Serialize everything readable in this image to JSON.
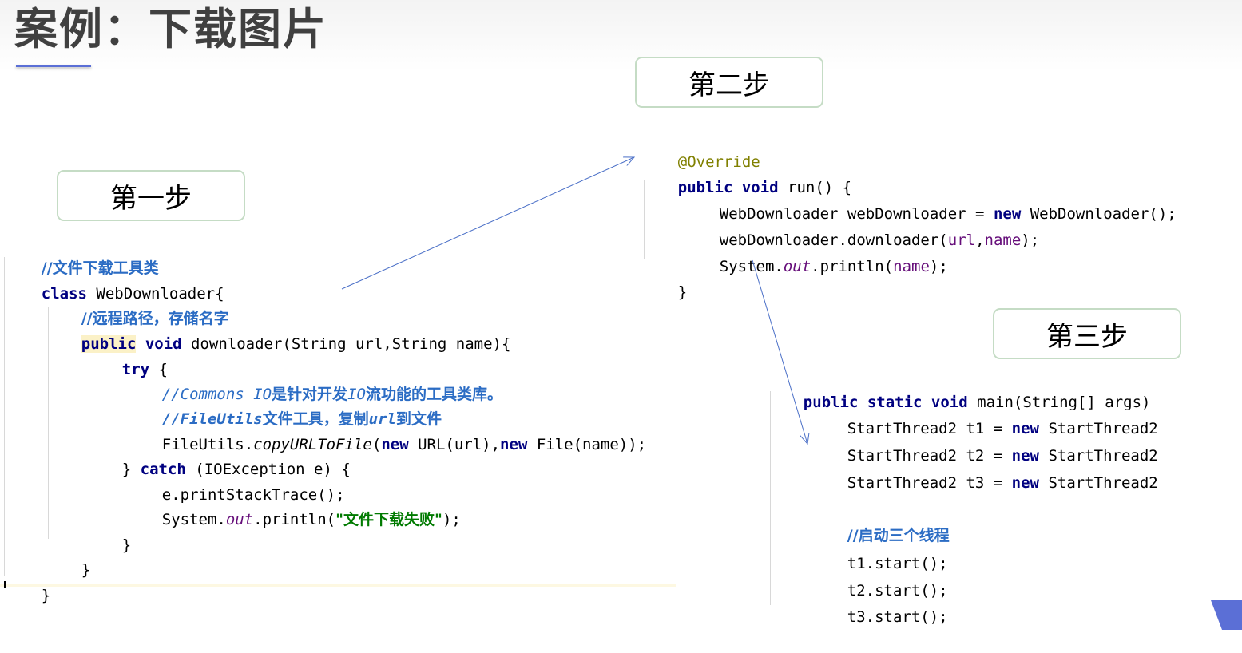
{
  "slide": {
    "title": "案例：下载图片",
    "accent_color": "#5b6fd6"
  },
  "steps": {
    "step1": "第一步",
    "step2": "第二步",
    "step3": "第三步"
  },
  "code1": {
    "comment_header": "//文件下载工具类",
    "class_kw": "class",
    "class_decl": " WebDownloader{",
    "comment_remote": "//远程路径，存储名字",
    "public_kw": "public",
    "void_kw": " void",
    "method_sig": " downloader(String url,String name){",
    "try_kw": "try",
    "try_brace": " {",
    "comment_commons_slash": "//",
    "comment_commons_name": "Commons IO",
    "comment_commons_cn": "是针对开发",
    "comment_commons_io": "IO",
    "comment_commons_tail": "流功能的工具类库。",
    "comment_fileutils_a": "//FileUtils",
    "comment_fileutils_b": "文件工具，复制",
    "comment_fileutils_c": "url",
    "comment_fileutils_d": "到文件",
    "copy_a": "FileUtils.",
    "copy_method": "copyURLToFile",
    "copy_b": "(",
    "copy_new1": "new",
    "copy_c": " URL(url),",
    "copy_new2": "new",
    "copy_d": " File(name));",
    "catch_a": "} ",
    "catch_kw": "catch",
    "catch_b": " (IOException e) {",
    "print_stack": "e.printStackTrace();",
    "sysout_a": "System.",
    "sysout_out": "out",
    "sysout_b": ".println(",
    "sysout_str": "\"文件下载失败\"",
    "sysout_c": ");",
    "close_inner": "}",
    "close_method": "}",
    "close_class": "}"
  },
  "code2": {
    "annotation": "@Override",
    "public_kw": "public",
    "void_kw": " void",
    "run_sig": " run() {",
    "line1_a": "WebDownloader webDownloader = ",
    "line1_new": "new",
    "line1_b": " WebDownloader();",
    "line2_a": "webDownloader.downloader(",
    "line2_url": "url",
    "line2_comma": ",",
    "line2_name": "name",
    "line2_b": ");",
    "line3_a": "System.",
    "line3_out": "out",
    "line3_b": ".println(",
    "line3_name": "name",
    "line3_c": ");",
    "close": "}"
  },
  "code3": {
    "public_kw": "public",
    "static_kw": " static",
    "void_kw": " void",
    "main_sig": " main(String[] args)",
    "t1_a": "StartThread2 t1 = ",
    "t1_new": "new",
    "t1_b": " StartThread2",
    "t2_a": "StartThread2 t2 = ",
    "t2_new": "new",
    "t2_b": " StartThread2",
    "t3_a": "StartThread2 t3 = ",
    "t3_new": "new",
    "t3_b": " StartThread2",
    "comment": "//启动三个线程",
    "start1": "t1.start();",
    "start2": "t2.start();",
    "start3": "t3.start();"
  }
}
